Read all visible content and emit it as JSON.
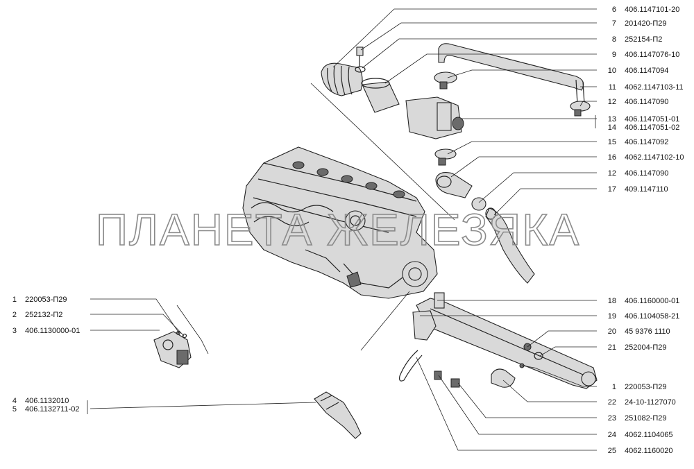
{
  "watermark": "ПЛАНЕТА ЖЕЛЕЗЯКА",
  "labels_right": [
    {
      "num": "6",
      "code": "406.1147101-20"
    },
    {
      "num": "7",
      "code": "201420-П29"
    },
    {
      "num": "8",
      "code": "252154-П2"
    },
    {
      "num": "9",
      "code": "406.1147076-10"
    },
    {
      "num": "10",
      "code": "406.1147094"
    },
    {
      "num": "11",
      "code": "4062.1147103-11"
    },
    {
      "num": "12",
      "code": "406.1147090"
    },
    {
      "num": "13",
      "code": "406.1147051-01"
    },
    {
      "num": "14",
      "code": "406.1147051-02"
    },
    {
      "num": "15",
      "code": "406.1147092"
    },
    {
      "num": "16",
      "code": "4062.1147102-10"
    },
    {
      "num": "12",
      "code": "406.1147090"
    },
    {
      "num": "17",
      "code": "409.1147110"
    },
    {
      "num": "18",
      "code": "406.1160000-01"
    },
    {
      "num": "19",
      "code": "406.1104058-21"
    },
    {
      "num": "20",
      "code": "45 9376 1110"
    },
    {
      "num": "21",
      "code": "252004-П29"
    },
    {
      "num": "1",
      "code": "220053-П29"
    },
    {
      "num": "22",
      "code": "24-10-1127070"
    },
    {
      "num": "23",
      "code": "251082-П29"
    },
    {
      "num": "24",
      "code": "4062.1104065"
    },
    {
      "num": "25",
      "code": "4062.1160020"
    }
  ],
  "labels_left": [
    {
      "num": "1",
      "code": "220053-П29"
    },
    {
      "num": "2",
      "code": "252132-П2"
    },
    {
      "num": "3",
      "code": "406.1130000-01"
    },
    {
      "num": "4",
      "code": "406.1132010"
    },
    {
      "num": "5",
      "code": "406.1132711-02"
    }
  ]
}
